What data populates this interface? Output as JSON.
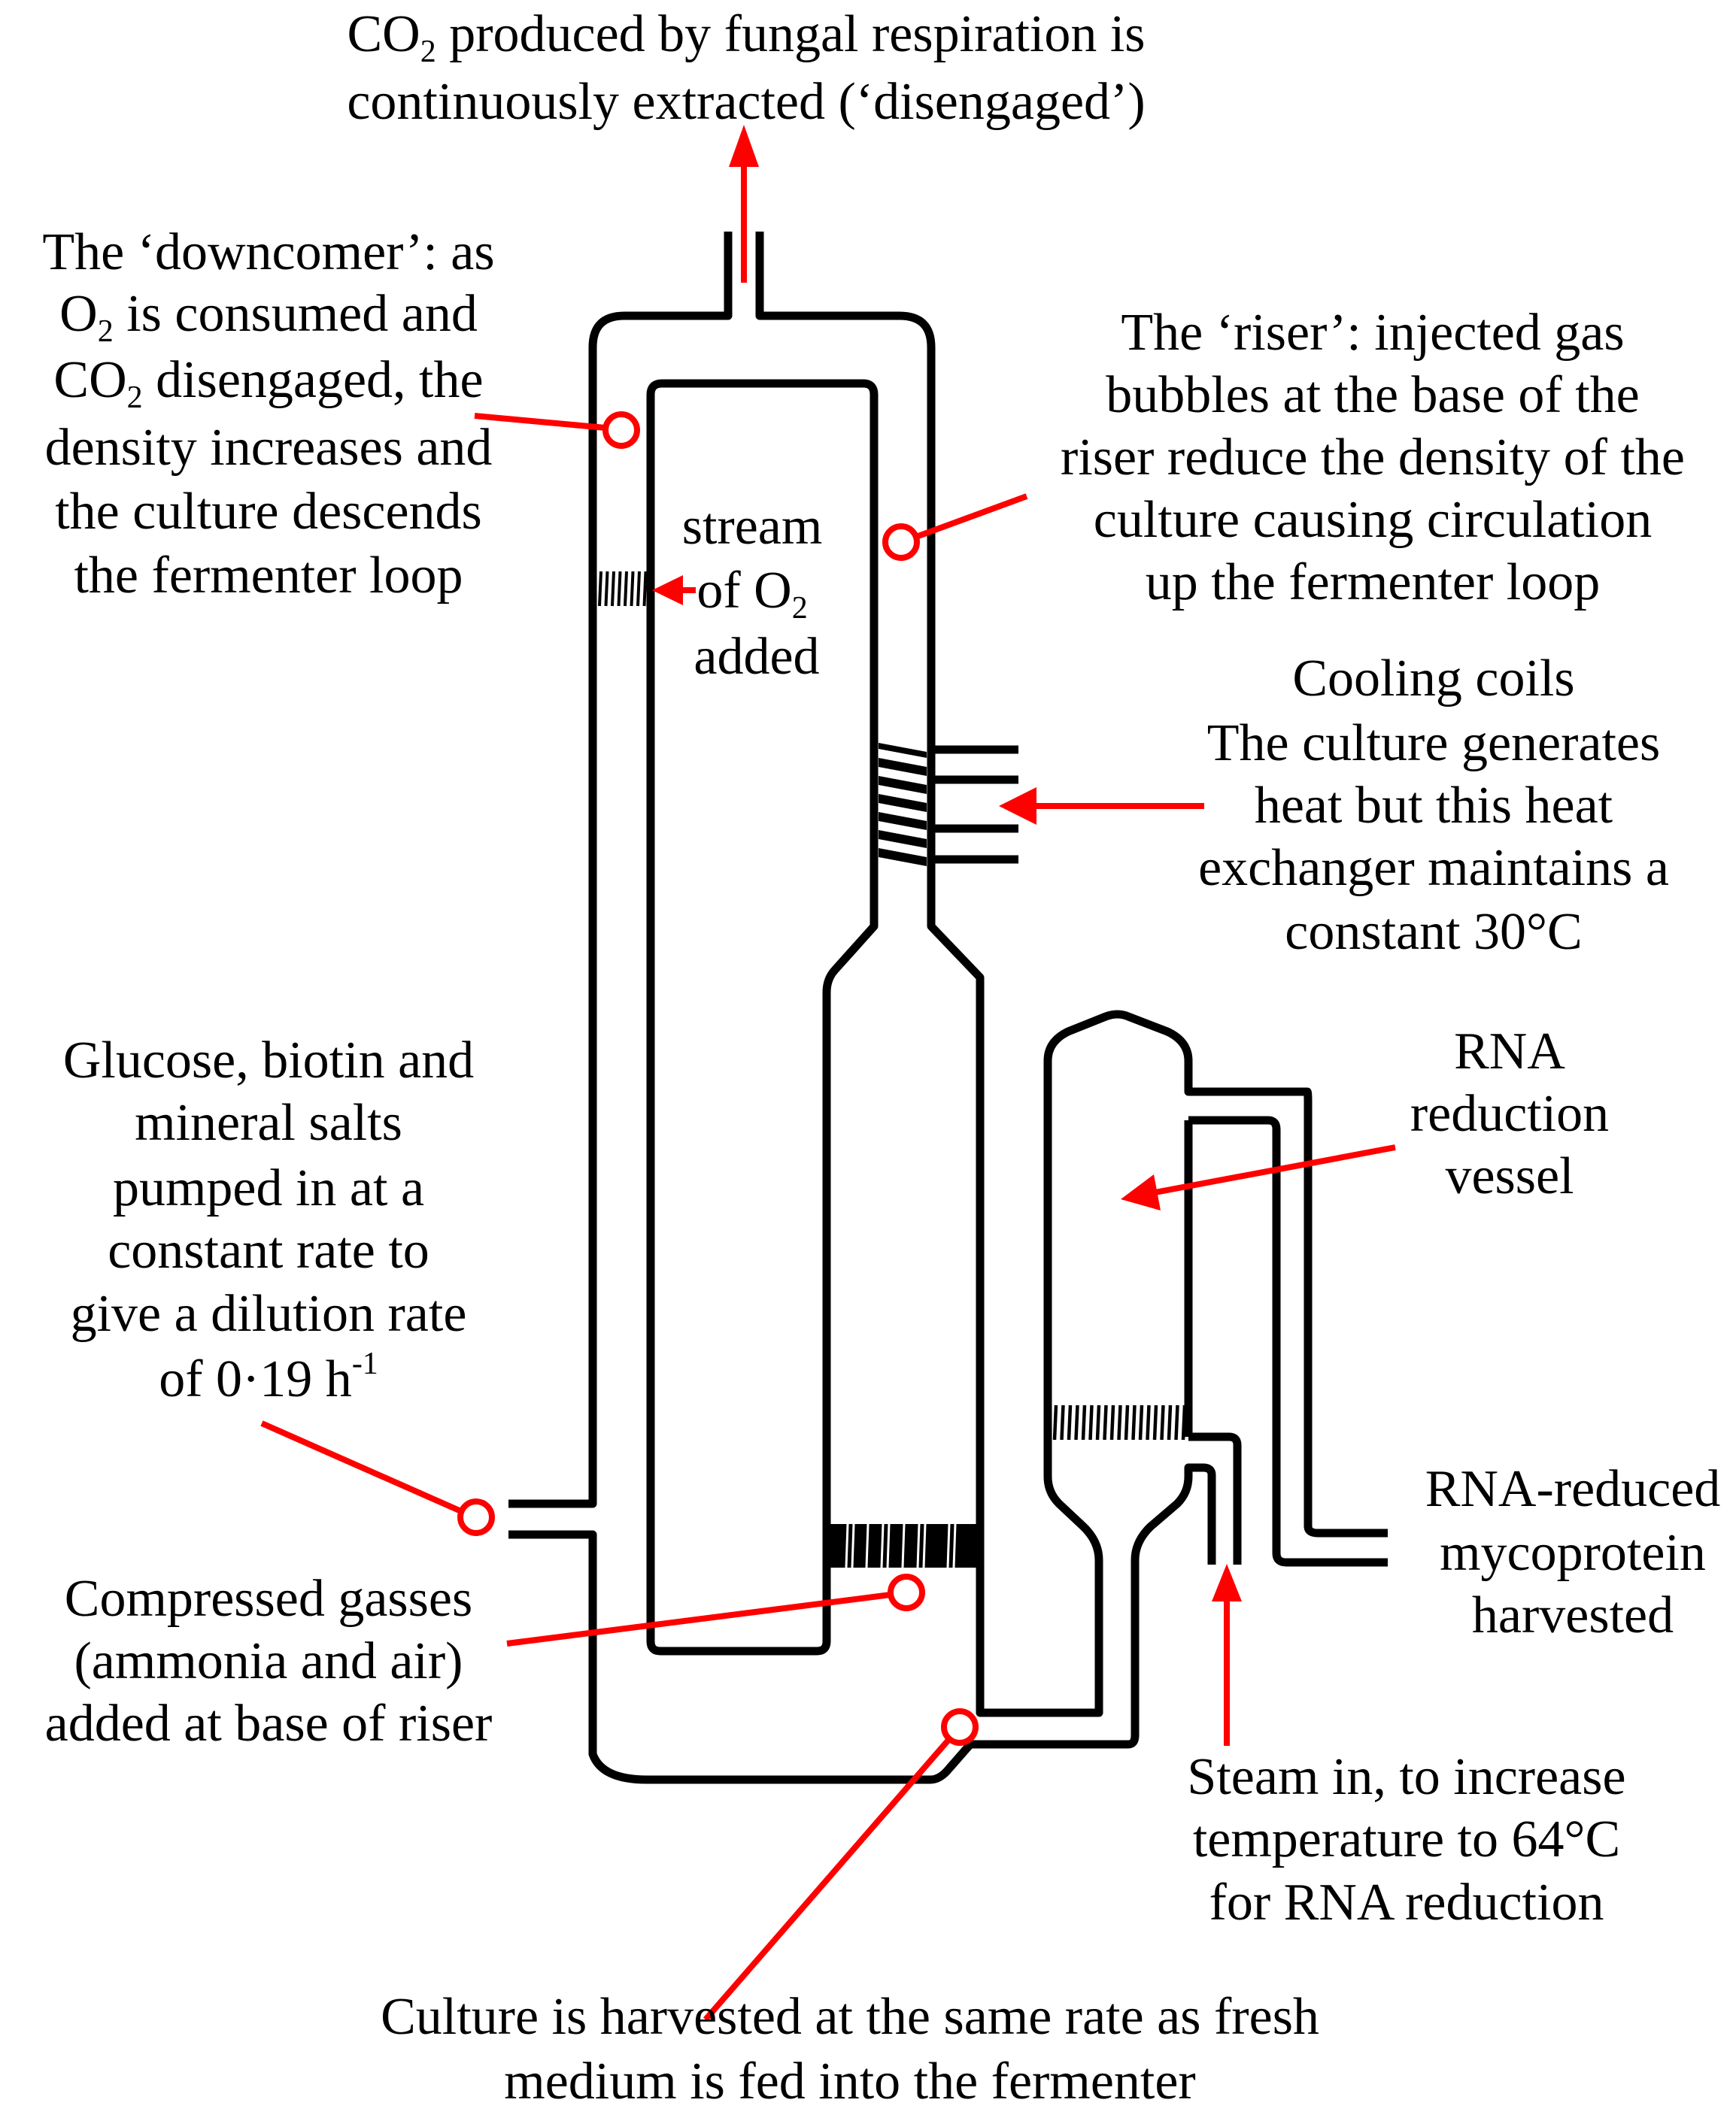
{
  "title": "Airlift fermenter for mycoprotein production",
  "colors": {
    "structure": "#000000",
    "annotation": "#ff0000",
    "background": "#ffffff"
  },
  "labels": {
    "co2_extraction": {
      "line1": {
        "pre": "CO",
        "sub": "2",
        "post": " produced by fungal respiration is"
      },
      "line2": "continuously extracted (‘disengaged’)"
    },
    "downcomer": {
      "line1": "The ‘downcomer’: as",
      "line2": {
        "pre": "O",
        "sub": "2",
        "post": " is consumed and"
      },
      "line3": {
        "pre": "CO",
        "sub": "2",
        "post": " disengaged, the"
      },
      "line4": "density increases and",
      "line5": "the culture descends",
      "line6": "the fermenter loop"
    },
    "riser": {
      "lines": [
        "The ‘riser’: injected gas",
        "bubbles at the base of the",
        "riser reduce the density of the",
        "culture causing  circulation",
        "up the fermenter loop"
      ]
    },
    "oxygen_stream": {
      "line1": "stream",
      "line2": {
        "pre": "of O",
        "sub": "2"
      },
      "line3": "added"
    },
    "cooling_coils": {
      "lines": [
        "Cooling coils",
        "The culture generates",
        "heat but this heat",
        "exchanger maintains a",
        "constant 30°C"
      ]
    },
    "nutrient_feed": {
      "lines": [
        "Glucose, biotin and",
        "mineral salts",
        "pumped in at a",
        "constant rate to",
        "give a dilution rate"
      ],
      "last_line": {
        "pre": "of 0·19 h",
        "sup": "-1"
      }
    },
    "compressed_gas": {
      "lines": [
        "Compressed gasses",
        "(ammonia and air)",
        "added at base of riser"
      ]
    },
    "rna_vessel": {
      "lines": [
        "RNA",
        "reduction",
        "vessel"
      ]
    },
    "rna_reduced_output": {
      "lines": [
        "RNA-reduced",
        "mycoprotein",
        "harvested"
      ]
    },
    "steam": {
      "lines": [
        "Steam in, to increase",
        "temperature to 64°C",
        "for RNA reduction"
      ]
    },
    "harvest": {
      "lines": [
        "Culture is harvested at the same rate as fresh",
        "medium is fed into the fermenter"
      ]
    }
  },
  "process_values": {
    "operating_temperature": "30°C",
    "rna_reduction_temperature": "64°C",
    "dilution_rate": "0·19 h-1"
  }
}
